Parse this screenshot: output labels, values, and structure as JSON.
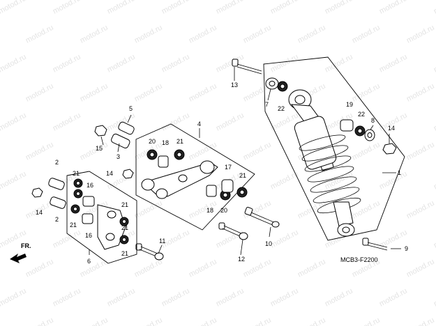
{
  "diagram": {
    "watermark_text": "motod.ru",
    "drawing_code": "MCB3-F2200",
    "direction_label": "FR.",
    "callouts": [
      {
        "id": "c1",
        "label": "1"
      },
      {
        "id": "c2a",
        "label": "2"
      },
      {
        "id": "c2b",
        "label": "2"
      },
      {
        "id": "c3",
        "label": "3"
      },
      {
        "id": "c4",
        "label": "4"
      },
      {
        "id": "c5",
        "label": "5"
      },
      {
        "id": "c6",
        "label": "6"
      },
      {
        "id": "c7",
        "label": "7"
      },
      {
        "id": "c8",
        "label": "8"
      },
      {
        "id": "c9",
        "label": "9"
      },
      {
        "id": "c10",
        "label": "10"
      },
      {
        "id": "c11",
        "label": "11"
      },
      {
        "id": "c12",
        "label": "12"
      },
      {
        "id": "c13",
        "label": "13"
      },
      {
        "id": "c14a",
        "label": "14"
      },
      {
        "id": "c14b",
        "label": "14"
      },
      {
        "id": "c14c",
        "label": "14"
      },
      {
        "id": "c15",
        "label": "15"
      },
      {
        "id": "c16a",
        "label": "16"
      },
      {
        "id": "c16b",
        "label": "16"
      },
      {
        "id": "c17",
        "label": "17"
      },
      {
        "id": "c18a",
        "label": "18"
      },
      {
        "id": "c18b",
        "label": "18"
      },
      {
        "id": "c19",
        "label": "19"
      },
      {
        "id": "c20a",
        "label": "20"
      },
      {
        "id": "c20b",
        "label": "20"
      },
      {
        "id": "c21a",
        "label": "21"
      },
      {
        "id": "c21b",
        "label": "21"
      },
      {
        "id": "c21c",
        "label": "21"
      },
      {
        "id": "c21d",
        "label": "21"
      },
      {
        "id": "c21e",
        "label": "21"
      },
      {
        "id": "c21f",
        "label": "21"
      },
      {
        "id": "c21g",
        "label": "21"
      },
      {
        "id": "c22a",
        "label": "22"
      },
      {
        "id": "c22b",
        "label": "22"
      }
    ]
  }
}
